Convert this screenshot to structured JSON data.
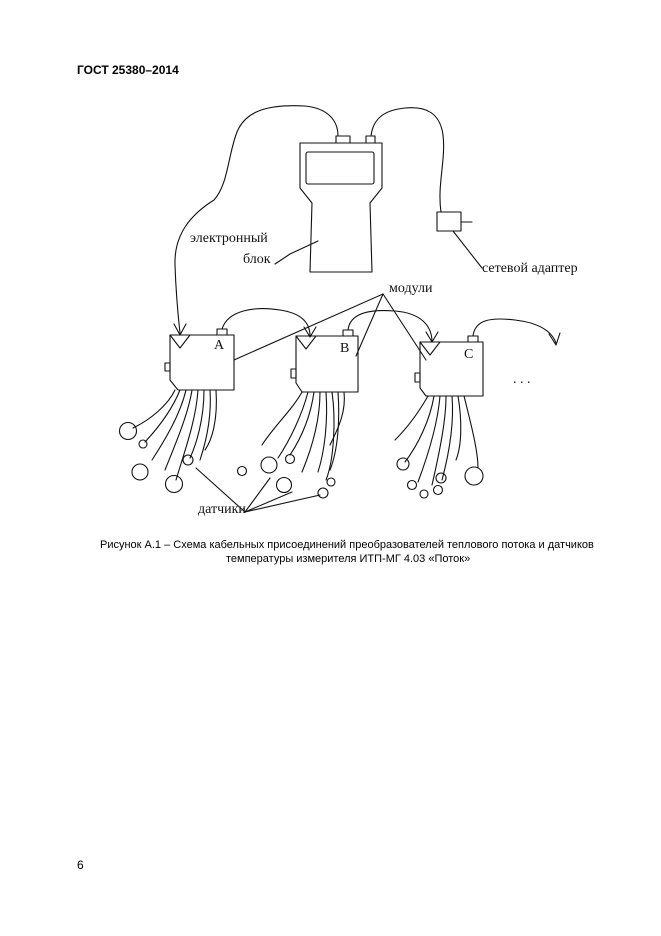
{
  "header": {
    "standard": "ГОСТ 25380–2014"
  },
  "figure": {
    "labels": {
      "electronic_block_line1": "электронный",
      "electronic_block_line2": "блок",
      "network_adapter": "сетевой адаптер",
      "modules": "модули",
      "sensors": "датчики",
      "module_a": "A",
      "module_b": "B",
      "module_c": "C",
      "ellipsis": ". . ."
    }
  },
  "caption": {
    "line1": "Рисунок А.1 – Схема кабельных присоединений преобразователей   теплового потока и датчиков",
    "line2": "температуры измерителя  ИТП-МГ 4.03 «Поток»"
  },
  "page": {
    "number": "6"
  }
}
